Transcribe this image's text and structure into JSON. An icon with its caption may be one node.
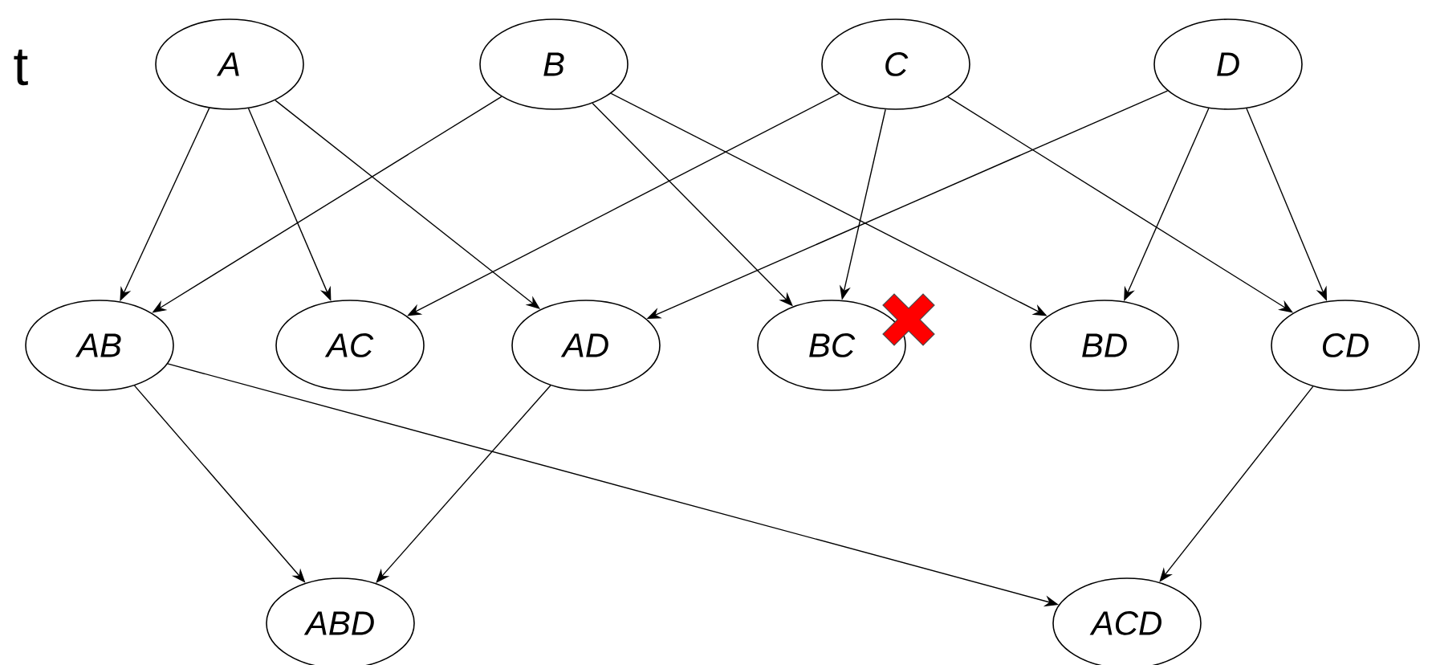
{
  "diagram": {
    "nodes": [
      {
        "text": [
          "A"
        ]
      },
      {
        "text": [
          "B"
        ]
      },
      {
        "text": [
          "C"
        ]
      },
      {
        "text": [
          "D"
        ]
      },
      {
        "text": [
          "AB"
        ]
      },
      {
        "text": [
          "AC"
        ]
      },
      {
        "text": [
          "AD"
        ]
      },
      {
        "text": [
          "BC"
        ]
      },
      {
        "text": [
          "BD"
        ]
      },
      {
        "text": [
          "CD"
        ]
      },
      {
        "text": [
          "ABD"
        ]
      },
      {
        "text": [
          "ACD"
        ]
      }
    ],
    "edges": [
      {
        "from": 0,
        "to": 4,
        "arrow": "to"
      },
      {
        "from": 0,
        "to": 5,
        "arrow": "to"
      },
      {
        "from": 0,
        "to": 6,
        "arrow": "to"
      },
      {
        "from": 1,
        "to": 4,
        "arrow": "to"
      },
      {
        "from": 1,
        "to": 7,
        "arrow": "to"
      },
      {
        "from": 1,
        "to": 8,
        "arrow": "to"
      },
      {
        "from": 2,
        "to": 5,
        "arrow": "to"
      },
      {
        "from": 2,
        "to": 7,
        "arrow": "to"
      },
      {
        "from": 2,
        "to": 9,
        "arrow": "to"
      },
      {
        "from": 3,
        "to": 6,
        "arrow": "to"
      },
      {
        "from": 3,
        "to": 8,
        "arrow": "to"
      },
      {
        "from": 3,
        "to": 9,
        "arrow": "to"
      },
      {
        "from": 4,
        "to": 10,
        "arrow": "to"
      },
      {
        "from": 6,
        "to": 10,
        "arrow": "to"
      },
      {
        "from": 4,
        "to": 11,
        "arrow": "to"
      },
      {
        "from": 9,
        "to": 11,
        "arrow": "to"
      }
    ],
    "labels": [
      "t"
    ]
  }
}
